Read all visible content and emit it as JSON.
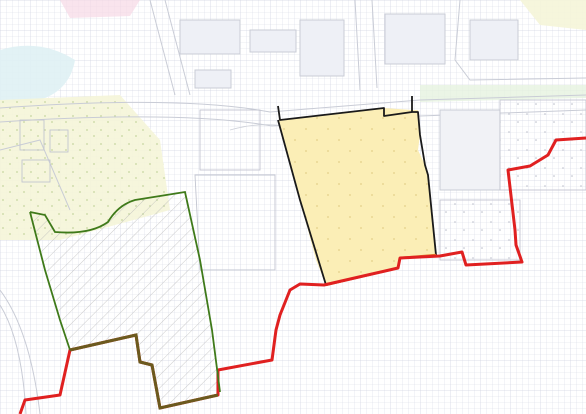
{
  "map": {
    "colors": {
      "background": "#ffffff",
      "grid_fine": "#d7dae6",
      "grid_major": "#c6cad9",
      "road_line": "#c9ccd6",
      "site_fill": "#fbeeb6",
      "site_outline": "#1a1a1a",
      "site_edge_accent": "#e07a2b",
      "boundary_red": "#e02020",
      "green_outline": "#3f7a1a",
      "olive_outline": "#6b5a1e",
      "hatch": "#b9b9b9",
      "stipple": "#c6d6a0",
      "tint_cyan": "#dff1f4",
      "tint_pink": "#f6d9e6",
      "tint_yellow": "#f5f5d8"
    },
    "features": [
      {
        "id": "highlighted-site",
        "kind": "parcel"
      },
      {
        "id": "red-boundary",
        "kind": "boundary-line"
      },
      {
        "id": "green-parcel",
        "kind": "parcel-outline"
      },
      {
        "id": "olive-boundary",
        "kind": "boundary-line"
      }
    ]
  }
}
